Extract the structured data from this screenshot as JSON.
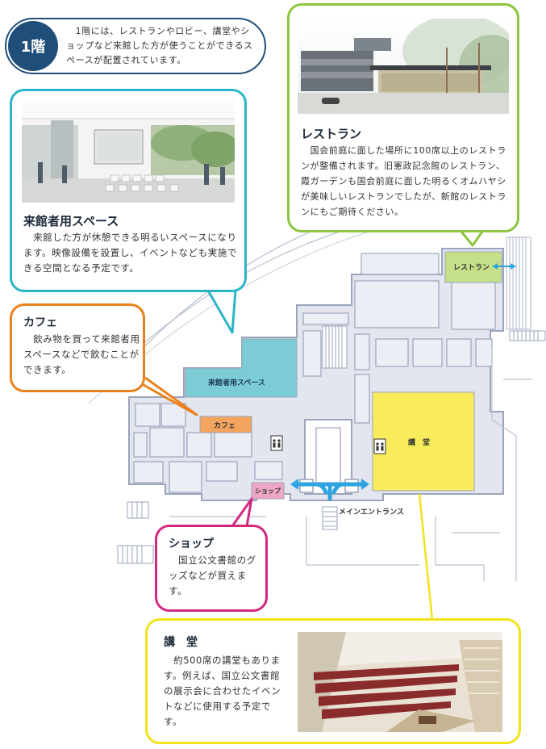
{
  "intro": {
    "badge": "1階",
    "text": "　1階には、レストランやロビー、講堂やショップなど来館した方が使うことができるスペースが配置されています。"
  },
  "restaurant": {
    "title": "レストラン",
    "text": "　国会前庭に面した場所に100席以上のレストランが整備されます。旧憲政記念館のレストラン、霞ガーデンも国会前庭に面した明るくオムハヤシが美味しいレストランでしたが、新館のレストランにもご期待ください。"
  },
  "visitor_space": {
    "title": "来館者用スペース",
    "text": "　来館した方が休憩できる明るいスペースになります。映像設備を設置し、イベントなども実施できる空間となる予定です。"
  },
  "cafe": {
    "title": "カフェ",
    "text": "　飲み物を買って来館者用スペースなどで飲むことができます。"
  },
  "shop": {
    "title": "ショップ",
    "text": "　国立公文書館のグッズなどが買えます。"
  },
  "auditorium": {
    "title": "講　堂",
    "text": "　約500席の講堂もあります。例えば、国立公文書館の展示会に合わせたイベントなどに使用する予定です。"
  },
  "map_labels": {
    "restaurant": "レストラン",
    "visitor_space": "来館者用スペース",
    "cafe": "カフェ",
    "auditorium": "講　堂",
    "shop": "ショップ",
    "main_entrance": "メインエントランス"
  },
  "colors": {
    "intro": "#1f4e79",
    "restaurant": "#8cc63f",
    "visitor_space": "#2bb5c8",
    "cafe": "#e8821e",
    "shop": "#d4287e",
    "auditorium": "#f4e94a",
    "arrow": "#2ea3e0"
  },
  "icons": {
    "elevator": "elevator-icon",
    "arrow": "double-arrow-icon"
  }
}
